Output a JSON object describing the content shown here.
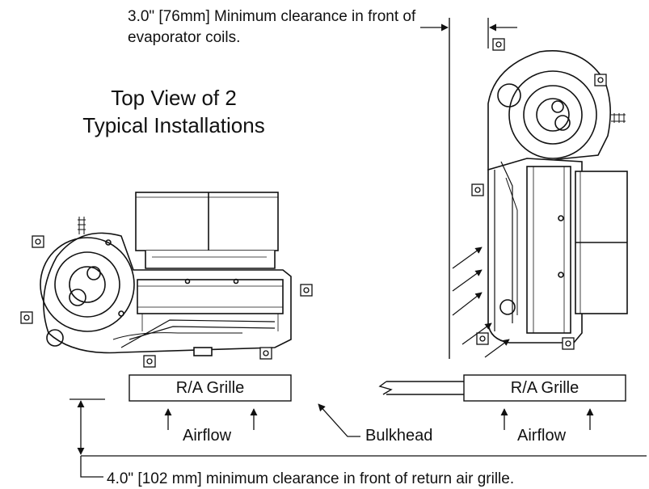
{
  "notes": {
    "front_clearance": "3.0\" [76mm] Minimum clearance in front of evaporator coils.",
    "return_air_clearance": "4.0\" [102 mm] minimum clearance in front of return air grille."
  },
  "title": {
    "line1": "Top View of 2",
    "line2": "Typical Installations"
  },
  "labels": {
    "grille_left": "R/A Grille",
    "grille_right": "R/A Grille",
    "airflow_left": "Airflow",
    "airflow_right": "Airflow",
    "bulkhead": "Bulkhead"
  }
}
